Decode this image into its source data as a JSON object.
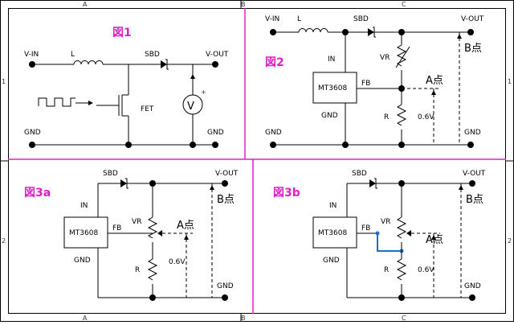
{
  "border": {
    "col_top": [
      "A",
      "B",
      "C"
    ],
    "col_bottom": [
      "A",
      "B",
      "C"
    ],
    "row_left": [
      "1",
      "2"
    ],
    "row_right": [
      "1",
      "2"
    ]
  },
  "fig1": {
    "title": "図1",
    "vin": "V-IN",
    "inductor": "L",
    "diode": "SBD",
    "vout": "V-OUT",
    "fet": "FET",
    "meter": "V",
    "meter_plus": "+",
    "gnd_left": "GND",
    "gnd_right": "GND"
  },
  "fig2": {
    "title": "図2",
    "vin": "V-IN",
    "inductor": "L",
    "diode": "SBD",
    "vout": "V-OUT",
    "ic": "MT3608",
    "in": "IN",
    "fb": "FB",
    "ic_gnd": "GND",
    "vr": "VR",
    "r": "R",
    "point_a": "A点",
    "point_b": "B点",
    "voltage": "0.6V",
    "gnd_left": "GND",
    "gnd_right": "GND"
  },
  "fig3a": {
    "title": "図3a",
    "diode": "SBD",
    "vout": "V-OUT",
    "ic": "MT3608",
    "in": "IN",
    "fb": "FB",
    "ic_gnd": "GND",
    "vr": "VR",
    "r": "R",
    "point_a": "A点",
    "point_b": "B点",
    "voltage": "0.6V",
    "gnd": "GND"
  },
  "fig3b": {
    "title": "図3b",
    "diode": "SBD",
    "vout": "V-OUT",
    "ic": "MT3608",
    "in": "IN",
    "fb": "FB",
    "ic_gnd": "GND",
    "vr": "VR",
    "r": "R",
    "point_a": "A点",
    "point_b": "B点",
    "voltage": "0.6V",
    "gnd": "GND"
  },
  "colors": {
    "divider": "#e020c8",
    "title": "#e020c8",
    "highlight": "#1a6fd0"
  }
}
